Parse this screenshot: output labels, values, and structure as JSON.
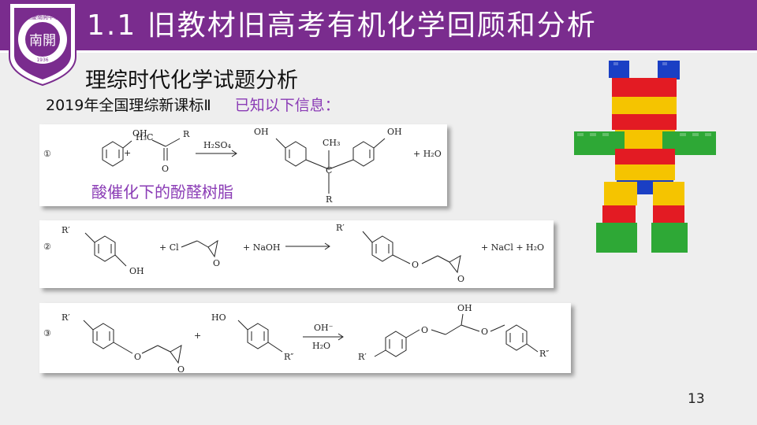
{
  "header": {
    "title": "1.1 旧教材旧高考有机化学回顾和分析"
  },
  "logo": {
    "text": "南開",
    "ring_text": "重慶南開中學",
    "year": "1936",
    "colors": {
      "bg": "#7a2c8e",
      "ring": "#ffffff"
    }
  },
  "subtitle": "理综时代化学试题分析",
  "exam_label": "2019年全国理综新课标Ⅱ",
  "known_info": "已知以下信息：",
  "reactions": {
    "r1": {
      "num": "①",
      "oh": "OH",
      "h3c": "H₃C",
      "r": "R",
      "o": "O",
      "plus": "+",
      "catalyst": "H₂SO₄",
      "ch3": "CH₃",
      "c": "C",
      "product_plus": "+ H₂O",
      "caption": "酸催化下的酚醛树脂"
    },
    "r2": {
      "num": "②",
      "rprime": "R′",
      "oh": "OH",
      "cl": "+ Cl",
      "naoh": "+ NaOH",
      "o": "O",
      "product_plus": "+ NaCl + H₂O"
    },
    "r3": {
      "num": "③",
      "rprime": "R′",
      "ho": "HO",
      "rdprime": "R″",
      "plus": "+",
      "cond_top": "OH⁻",
      "cond_bottom": "H₂O",
      "o": "O",
      "oh": "OH"
    }
  },
  "page_number": "13",
  "colors": {
    "header": "#7a2c8e",
    "accent_text": "#8a3bb5",
    "background": "#eeeeee"
  }
}
